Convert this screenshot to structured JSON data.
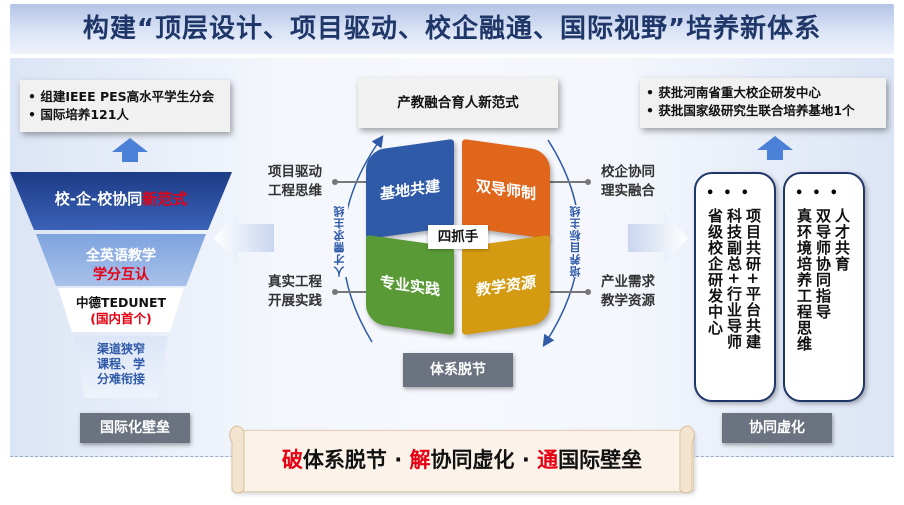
{
  "title": "构建“顶层设计、项目驱动、校企融通、国际视野”培养新体系",
  "left": {
    "top_bullets": [
      "组建IEEE PES高水平学生分会",
      "国际培养121人"
    ],
    "funnel": {
      "level1_prefix": "校-企-校协同",
      "level1_highlight": "新范式",
      "level2_line1": "全英语教学",
      "level2_line2": "学分互认",
      "level3_line1": "中德TEDUNET",
      "level3_line2": "(国内首个)",
      "level4_line1": "渠道狭窄",
      "level4_line2": "课程、学",
      "level4_line3": "分难衔接"
    },
    "label": "国际化壁垒"
  },
  "center": {
    "top_box": "产教融合育人新范式",
    "center_label": "四抓手",
    "tiles": {
      "top_left": "基地共建",
      "top_right": "双导师制",
      "bottom_left": "专业实践",
      "bottom_right": "教学资源"
    },
    "left_arc_label": "人才需求主线",
    "right_arc_label": "培养目标主线",
    "side_labels": {
      "upper_left": [
        "项目驱动",
        "工程思维"
      ],
      "lower_left": [
        "真实工程",
        "开展实践"
      ],
      "upper_right": [
        "校企协同",
        "理实融合"
      ],
      "lower_right": [
        "产业需求",
        "教学资源"
      ]
    },
    "bottom_label": "体系脱节",
    "colors": {
      "blue": "#2f5aa8",
      "orange": "#e0661c",
      "green": "#5a9a36",
      "gold": "#d49a12"
    }
  },
  "right": {
    "top_bullets": [
      "获批河南省重大校企研发中心",
      "获批国家级研究生联合培养基地1个"
    ],
    "box1": {
      "items": [
        "省级校企研发中心",
        "科技副总+行业导师",
        "项目共研+平台共建"
      ]
    },
    "box2": {
      "items": [
        "真环境培养工程思维",
        "双导师协同指导",
        "人才共育"
      ]
    },
    "label": "协同虚化"
  },
  "bottom_banner": {
    "p1": "破",
    "t1": "体系脱节",
    "sep1": "·",
    "p2": "解",
    "t2": "协同虚化",
    "sep2": "·",
    "p3": "通",
    "t3": "国际壁垒",
    "accent": "#e60012"
  }
}
